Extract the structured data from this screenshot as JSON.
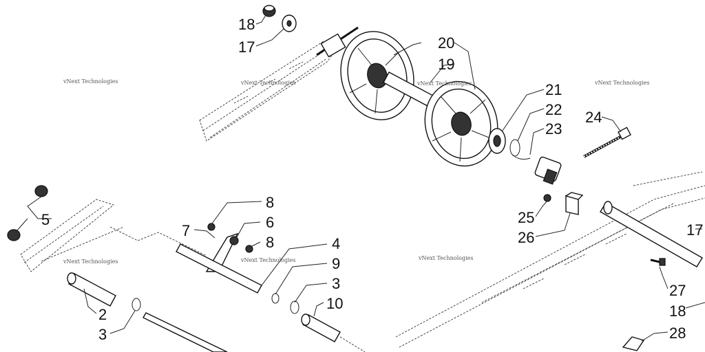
{
  "callouts": {
    "c1": "18",
    "c2": "17",
    "c3": "20",
    "c4": "19",
    "c5": "21",
    "c6": "22",
    "c7": "23",
    "c8": "24",
    "c9": "5",
    "c10": "8",
    "c11": "6",
    "c12": "7",
    "c13": "8",
    "c14": "4",
    "c15": "9",
    "c16": "3",
    "c17": "10",
    "c18": "2",
    "c19": "3",
    "c20": "25",
    "c21": "26",
    "c22": "17",
    "c23": "27",
    "c24": "18",
    "c25": "28"
  },
  "watermarks": {
    "w1": "vNext Technologies",
    "w2": "vNext Technologies",
    "w3": "vNext Technologies",
    "w4": "vNext Technologies",
    "w5": "vNext Technologies",
    "w6": "vNext Technologies",
    "w7": "vNext Technologies"
  }
}
